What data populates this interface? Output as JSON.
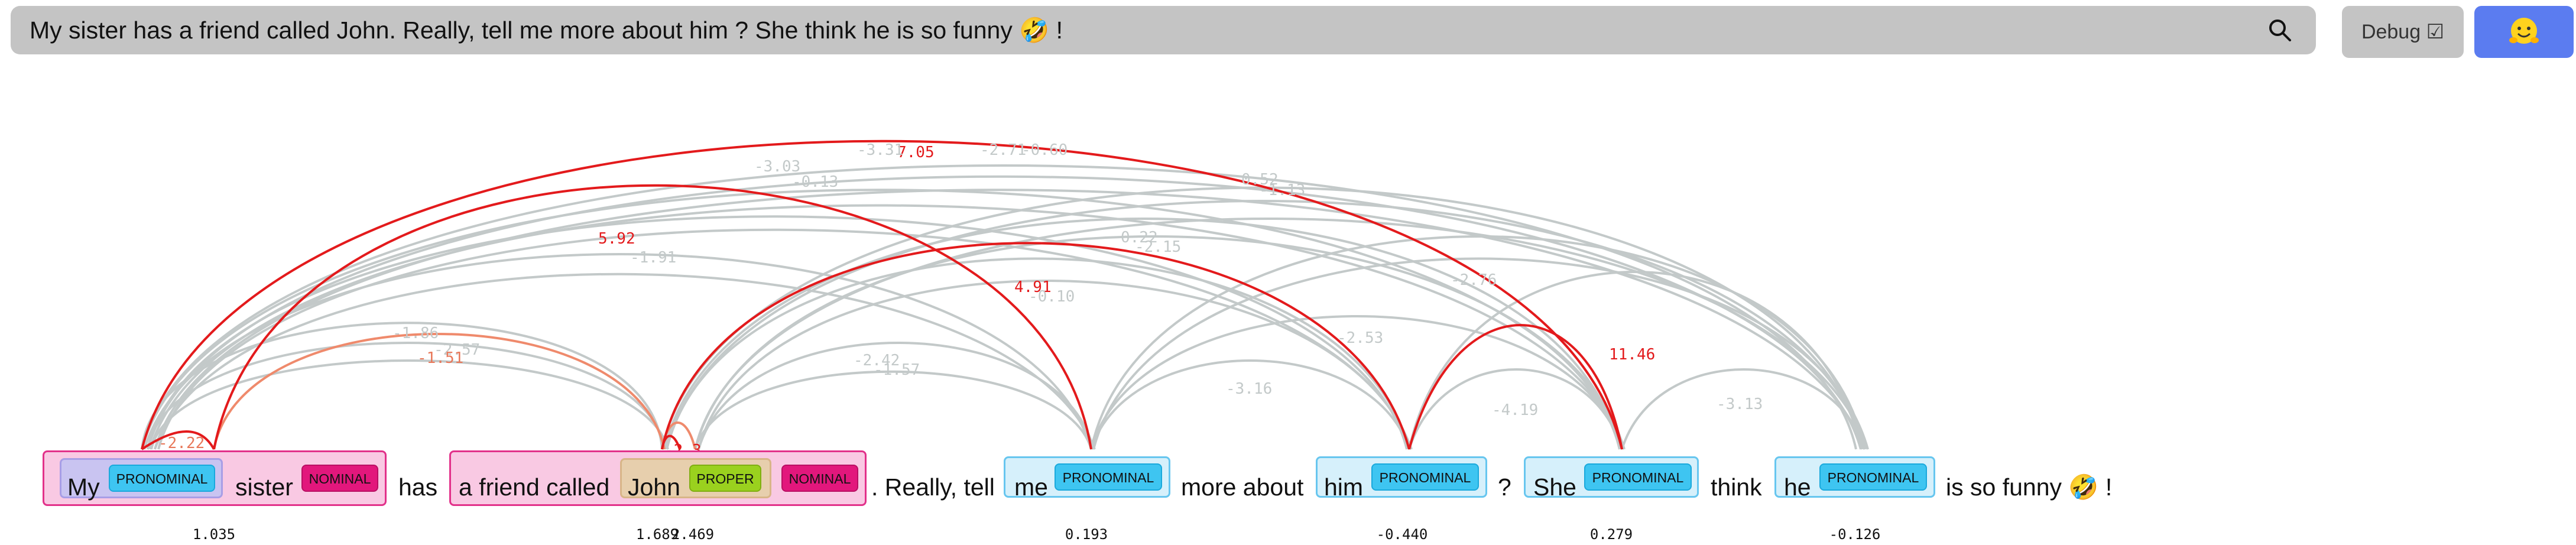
{
  "search": {
    "query": "My sister has a friend called John. Really, tell me more about him ? She think he is so funny 🤣 !"
  },
  "toolbar": {
    "debug_label": "Debug ☑"
  },
  "colors": {
    "highlight_arc": "#e31a1c",
    "weak_arc": "#c3c9c9",
    "warm_arc": "#ef7b5c"
  },
  "tokens": {
    "my": "My",
    "pronominal": "PRONOMINAL",
    "sister": "sister",
    "nominal": "NOMINAL",
    "has": "has",
    "a_friend_called": "a friend called",
    "john": "John",
    "proper": "PROPER",
    "really_tell": ". Really, tell",
    "me": "me",
    "more_about": "more about",
    "him": "him",
    "question": "?",
    "she": "She",
    "think": "think",
    "he": "he",
    "is_so_funny": "is so funny 🤣 !"
  },
  "scores": {
    "my": "1.035",
    "friend": "1.689",
    "john": "2.469",
    "me": "0.193",
    "him": "-0.440",
    "she": "0.279",
    "he": "-0.126"
  },
  "arc_labels": [
    {
      "id": "a1",
      "text": "7.05",
      "strong": true
    },
    {
      "id": "a2",
      "text": "-3.31",
      "strong": false
    },
    {
      "id": "a3",
      "text": "-2.71",
      "strong": false
    },
    {
      "id": "a4",
      "text": "-0.60",
      "strong": false
    },
    {
      "id": "a5",
      "text": "-3.03",
      "strong": false
    },
    {
      "id": "a6",
      "text": "-0.13",
      "strong": false
    },
    {
      "id": "a7",
      "text": "0.52",
      "strong": false
    },
    {
      "id": "a8",
      "text": "-1.13",
      "strong": false
    },
    {
      "id": "a9",
      "text": "5.92",
      "strong": true
    },
    {
      "id": "a10",
      "text": "-1.91",
      "strong": false
    },
    {
      "id": "a11",
      "text": "0.22",
      "strong": false
    },
    {
      "id": "a12",
      "text": "-2.15",
      "strong": false
    },
    {
      "id": "a13",
      "text": "4.91",
      "strong": true
    },
    {
      "id": "a14",
      "text": "-0.10",
      "strong": false
    },
    {
      "id": "a15",
      "text": "-2.76",
      "strong": false
    },
    {
      "id": "a16",
      "text": "-1.86",
      "strong": false
    },
    {
      "id": "a17",
      "text": "-2.57",
      "strong": false
    },
    {
      "id": "a18",
      "text": "-1.51",
      "strong": false
    },
    {
      "id": "a19",
      "text": "-2.42",
      "strong": false
    },
    {
      "id": "a20",
      "text": "-1.57",
      "strong": false
    },
    {
      "id": "a21",
      "text": "-2.53",
      "strong": false
    },
    {
      "id": "a22",
      "text": "11.46",
      "strong": true
    },
    {
      "id": "a23",
      "text": "-3.16",
      "strong": false
    },
    {
      "id": "a24",
      "text": "-4.19",
      "strong": false
    },
    {
      "id": "a25",
      "text": "-3.13",
      "strong": false
    },
    {
      "id": "a26",
      "text": "-2.22",
      "strong": false
    },
    {
      "id": "a27",
      "text": "-2.3",
      "strong": false
    }
  ]
}
